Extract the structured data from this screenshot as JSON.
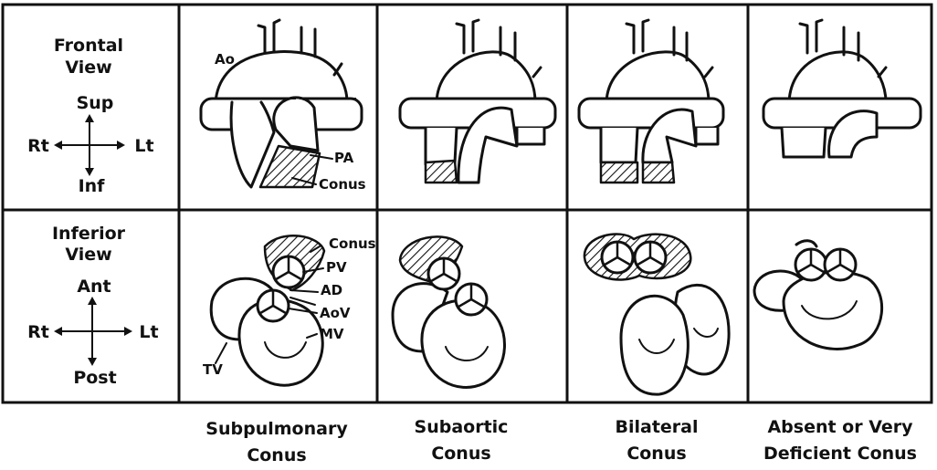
{
  "view_labels": {
    "frontal": [
      "Frontal",
      "View"
    ],
    "inferior": [
      "Inferior",
      "View"
    ]
  },
  "frontal_axes": {
    "up": "Sup",
    "down": "Inf",
    "left": "Rt",
    "right": "Lt"
  },
  "inferior_axes": {
    "up": "Ant",
    "down": "Post",
    "left": "Rt",
    "right": "Lt"
  },
  "frontal_labels": {
    "ao": "Ao",
    "pa": "PA",
    "conus": "Conus"
  },
  "inferior_labels": {
    "conus": "Conus",
    "pv": "PV",
    "ad": "AD",
    "aov": "AoV",
    "mv": "MV",
    "tv": "TV"
  },
  "columns": [
    {
      "caption": [
        "Subpulmonary",
        "Conus"
      ]
    },
    {
      "caption": [
        "Subaortic",
        "Conus"
      ]
    },
    {
      "caption": [
        "Bilateral",
        "Conus"
      ]
    },
    {
      "caption": [
        "Absent or Very",
        "Deficient Conus"
      ]
    }
  ]
}
